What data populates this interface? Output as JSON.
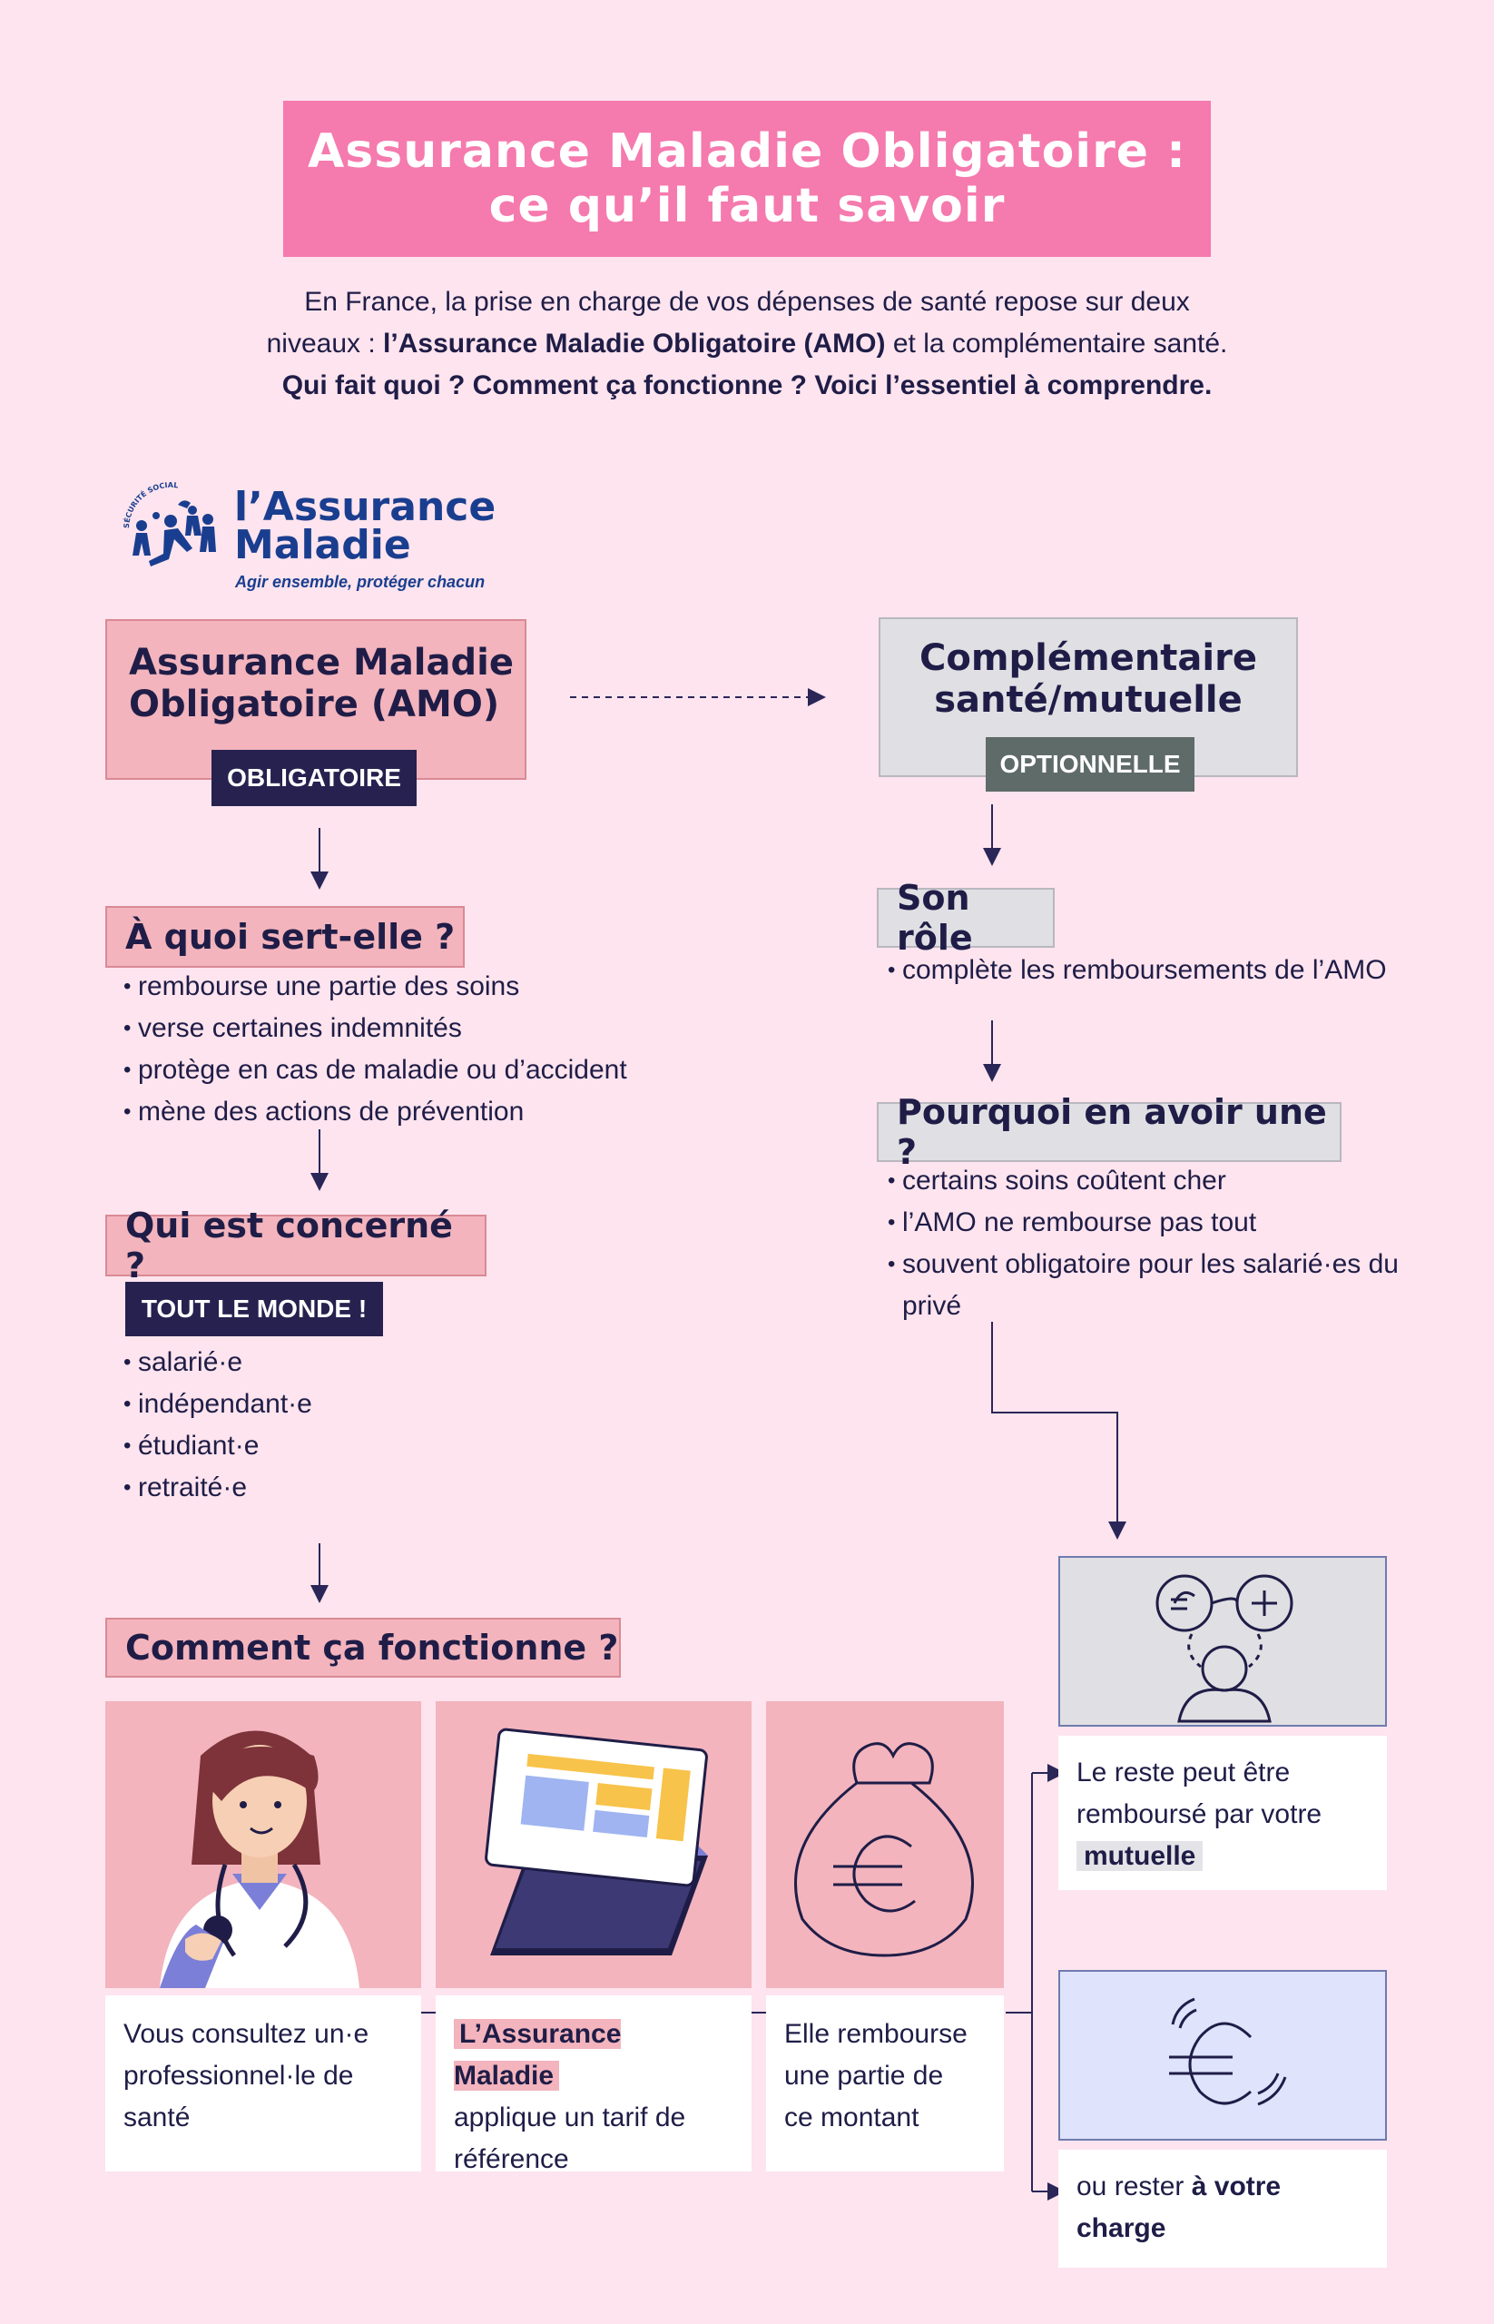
{
  "header": {
    "title_line1": "Assurance Maladie Obligatoire :",
    "title_line2": "ce qu’il faut savoir"
  },
  "intro": {
    "line1": "En France, la prise en charge de vos dépenses de santé repose sur deux",
    "line2_pre": "niveaux : ",
    "line2_bold": "l’Assurance Maladie Obligatoire (AMO)",
    "line2_post": " et la complémentaire santé.",
    "line3": "Qui fait quoi ? Comment ça fonctionne ? Voici l’essentiel à comprendre."
  },
  "logo": {
    "line1": "l’Assurance",
    "line2": "Maladie",
    "tagline": "Agir ensemble, protéger chacun",
    "arc_text": "SÉCURITÉ SOCIALE"
  },
  "amo": {
    "title_line1": "Assurance Maladie",
    "title_line2": "Obligatoire (AMO)",
    "badge": "OBLIGATOIRE"
  },
  "complementaire": {
    "title_line1": "Complémentaire",
    "title_line2": "santé/mutuelle",
    "badge": "OPTIONNELLE"
  },
  "a_quoi": {
    "heading": "À quoi sert-elle ?",
    "items": [
      "rembourse une partie des soins",
      "verse certaines indemnités",
      "protège en cas de maladie ou d’accident",
      "mène des actions de prévention"
    ]
  },
  "qui": {
    "heading": "Qui est concerné ?",
    "badge": "TOUT LE MONDE !",
    "items": [
      "salarié·e",
      "indépendant·e",
      "étudiant·e",
      "retraité·e"
    ]
  },
  "role": {
    "heading": "Son rôle",
    "items": [
      "complète les remboursements de l’AMO"
    ]
  },
  "pourquoi": {
    "heading": "Pourquoi en avoir une ?",
    "items": [
      "certains soins coûtent cher",
      "l’AMO ne rembourse pas tout",
      "souvent obligatoire pour les salarié·es du",
      "privé"
    ]
  },
  "comment": {
    "heading": "Comment ça fonctionne ?",
    "step1": [
      "Vous consultez un·e",
      "professionnel·le de",
      "santé"
    ],
    "step2_highlight": "L’Assurance Maladie",
    "step2": [
      "applique un tarif de",
      "référence"
    ],
    "step3": [
      "Elle rembourse",
      "une partie de",
      "ce montant"
    ]
  },
  "outcomes": {
    "mutuelle_line1": "Le reste peut être",
    "mutuelle_line2": "remboursé par votre",
    "mutuelle_highlight": "mutuelle",
    "charge_pre": "ou rester ",
    "charge_bold1": "à votre",
    "charge_bold2": "charge"
  },
  "colors": {
    "background": "#fde4ee",
    "title_pink": "#f57aae",
    "pink_box": "#f3b4bd",
    "grey_box": "#e0dfe3",
    "navy": "#26214f",
    "slate_badge": "#5f6b68",
    "lavender": "#dfe3fb",
    "logo_blue": "#1a3e8f"
  }
}
